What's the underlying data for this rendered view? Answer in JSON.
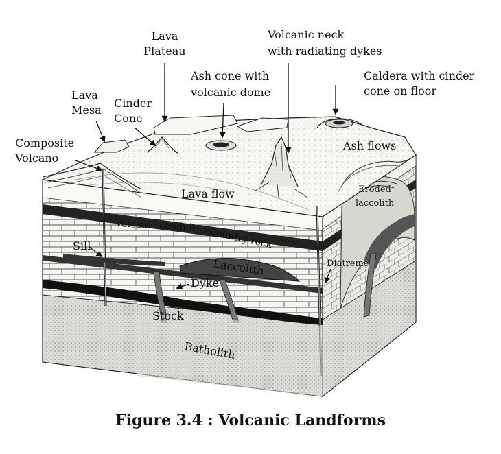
{
  "labels": {
    "lava_plateau_1": "Lava",
    "lava_plateau_2": "Plateau",
    "volcanic_neck_1": "Volcanic neck",
    "volcanic_neck_2": "with radiating dykes",
    "ash_cone_1": "Ash cone with",
    "ash_cone_2": "volcanic dome",
    "caldera_1": "Caldera with cinder",
    "caldera_2": "cone on floor",
    "lava_mesa_1": "Lava",
    "lava_mesa_2": "Mesa",
    "cinder_cone_1": "Cinder",
    "cinder_cone_2": "Cone",
    "composite_1": "Composite",
    "composite_2": "Volcano",
    "ash_flows": "Ash flows",
    "lava_flow": "Lava flow",
    "eroded_laccolith_1": "Eroded",
    "eroded_laccolith_2": "laccolith",
    "volcanic_conduit": "Volcanic conduit",
    "country_rock": "Country rock",
    "sill": "Sill",
    "laccolith": "Laccolith",
    "diatreme": "Diatreme",
    "dyke": "Dyke",
    "stock": "Stock",
    "batholith": "Batholith"
  },
  "caption": "Figure 3.4 : Volcanic Landforms"
}
